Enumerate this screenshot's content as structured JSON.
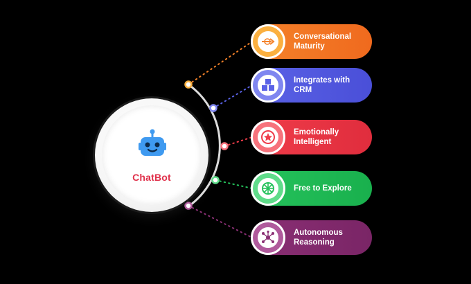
{
  "hub": {
    "label": "ChatBot",
    "icon": "robot-icon"
  },
  "features": [
    {
      "label": "Conversational Maturity",
      "icon": "arrow-target-icon",
      "color": "#f4822a",
      "color2": "#f06a1e",
      "ring": "#fbb040"
    },
    {
      "label": "Integrates with CRM",
      "icon": "cubes-icon",
      "color": "#5a62e6",
      "color2": "#4a4fd8",
      "ring": "#7f86f0"
    },
    {
      "label": "Emotionally Intelligent",
      "icon": "star-badge-icon",
      "color": "#ef3c4a",
      "color2": "#e02d3d",
      "ring": "#f7727c"
    },
    {
      "label": "Free to Explore",
      "icon": "compass-wheel-icon",
      "color": "#25c25c",
      "color2": "#19b04d",
      "ring": "#5fdc8a"
    },
    {
      "label": "Autonomous Reasoning",
      "icon": "network-nodes-icon",
      "color": "#8a2f74",
      "color2": "#7a2566",
      "ring": "#b05a9c"
    }
  ],
  "colors": {
    "background": "#000000",
    "hub_label": "#e0314b",
    "robot": "#3f9af0",
    "arc": "#dcdcdc"
  }
}
